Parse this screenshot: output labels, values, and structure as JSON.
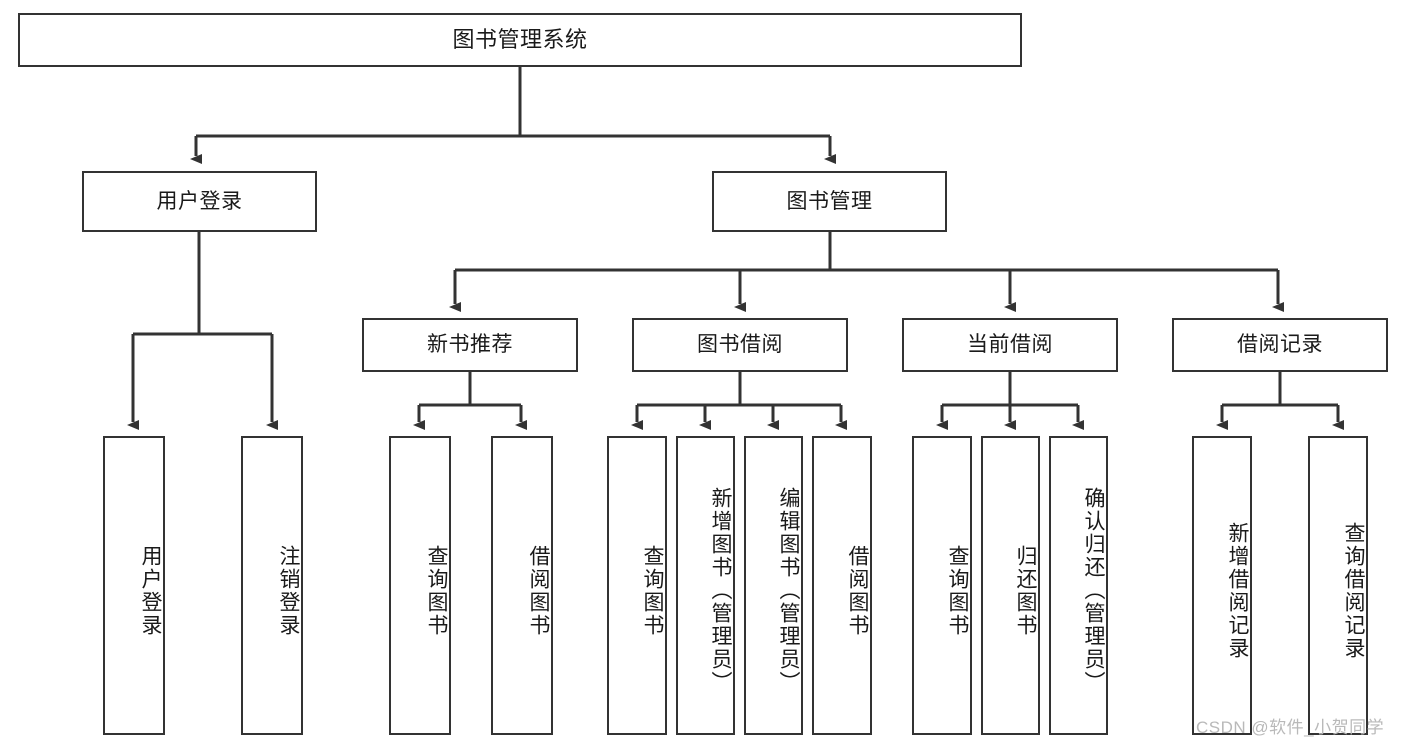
{
  "diagram": {
    "title": "图书管理系统",
    "type": "functional-structure-tree",
    "stroke_color": "#333333",
    "background_color": "#ffffff",
    "text_color": "#1a1a1a"
  },
  "root": {
    "label": "图书管理系统"
  },
  "level2": [
    {
      "label": "用户登录"
    },
    {
      "label": "图书管理"
    }
  ],
  "level3": [
    {
      "label": "新书推荐"
    },
    {
      "label": "图书借阅"
    },
    {
      "label": "当前借阅"
    },
    {
      "label": "借阅记录"
    }
  ],
  "leaves": {
    "user_login": [
      {
        "label": "用户登录"
      },
      {
        "label": "注销登录"
      }
    ],
    "new_book_recommend": [
      {
        "label": "查询图书"
      },
      {
        "label": "借阅图书"
      }
    ],
    "book_borrow": [
      {
        "label": "查询图书"
      },
      {
        "label": "新增图书（管理员）"
      },
      {
        "label": "编辑图书（管理员）"
      },
      {
        "label": "借阅图书"
      }
    ],
    "current_borrow": [
      {
        "label": "查询图书"
      },
      {
        "label": "归还图书"
      },
      {
        "label": "确认归还（管理员）"
      }
    ],
    "borrow_record": [
      {
        "label": "新增借阅记录"
      },
      {
        "label": "查询借阅记录"
      }
    ]
  },
  "watermark": {
    "text": "CSDN @软件_小贺同学"
  }
}
